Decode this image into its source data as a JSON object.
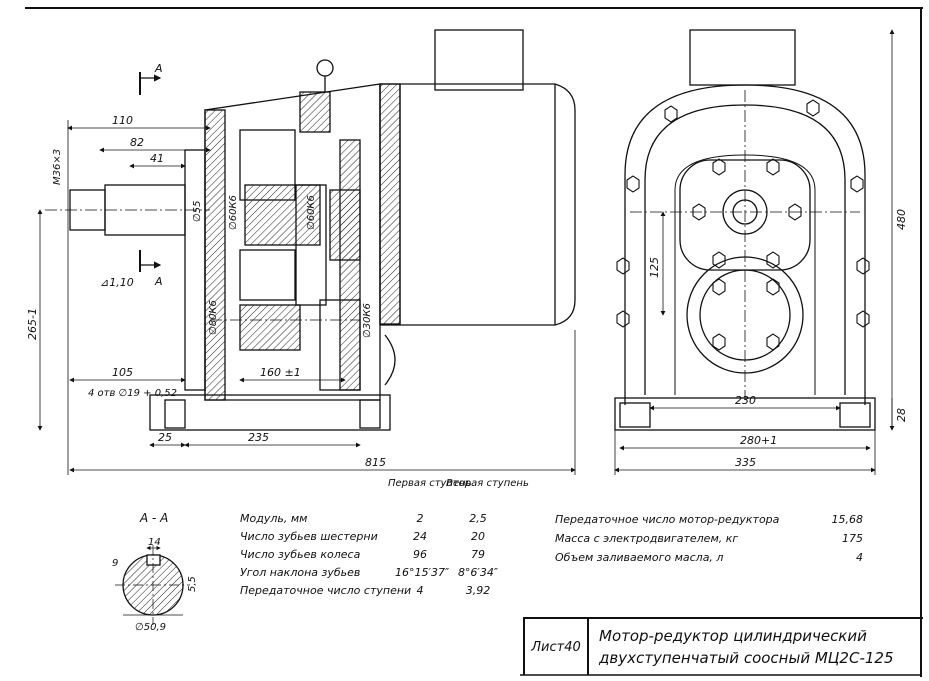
{
  "dimensions": {
    "d110": "110",
    "d82": "82",
    "d41": "41",
    "m36": "M36×3",
    "d105": "105",
    "d160": "160 ±1",
    "holes": "4 отв ∅19 + 0,52",
    "d25": "25",
    "d235": "235",
    "d815": "815",
    "d265": "265-1",
    "d55": "∅55",
    "d60k6a": "∅60К6",
    "d60k6b": "∅60К6",
    "d80k6": "∅80К6",
    "d30k6": "∅30К6",
    "d125": "125",
    "d480": "480",
    "d230": "230",
    "d280": "280+1",
    "d335": "335",
    "d28": "28",
    "tol": "⊿1,10",
    "sectionA1": "А",
    "sectionA2": "А"
  },
  "section": {
    "title": "А - А",
    "d14": "14",
    "d9": "9",
    "d55": "5,5",
    "d509": "∅50,9"
  },
  "gear_table": {
    "col1": "Первая ступень",
    "col2": "Вторая ступень",
    "rows": [
      {
        "label": "Модуль, мм",
        "v1": "2",
        "v2": "2,5"
      },
      {
        "label": "Число зубьев шестерни",
        "v1": "24",
        "v2": "20"
      },
      {
        "label": "Число зубьев колеса",
        "v1": "96",
        "v2": "79"
      },
      {
        "label": "Угол наклона зубьев",
        "v1": "16°15′37″",
        "v2": "8°6′34″"
      },
      {
        "label": "Передаточное число ступени",
        "v1": "4",
        "v2": "3,92"
      }
    ]
  },
  "specs": [
    {
      "label": "Передаточное число мотор-редуктора",
      "value": "15,68"
    },
    {
      "label": "Масса с электродвигателем, кг",
      "value": "175"
    },
    {
      "label": "Объем заливаемого масла, л",
      "value": "4"
    }
  ],
  "title_block": {
    "sheet": "Лист40",
    "line1": "Мотор-редуктор цилиндрический",
    "line2": "двухступенчатый соосный МЦ2С-125"
  }
}
